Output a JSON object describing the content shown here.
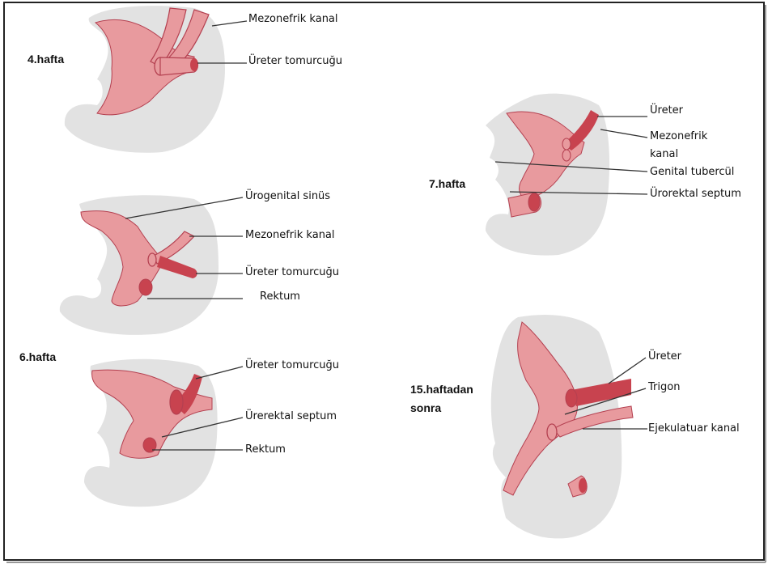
{
  "stages": {
    "week4": "4.hafta",
    "week6": "6.hafta",
    "week7": "7.hafta",
    "week15_line1": "15.haftadan",
    "week15_line2": "sonra"
  },
  "labels": {
    "d1_mezonefrik_kanal": "Mezonefrik kanal",
    "d1_ureter_tomurcugu": "Üreter tomurcuğu",
    "d2_urogenital_sinus": "Ürogenital sinüs",
    "d2_mezonefrik_kanal": "Mezonefrik kanal",
    "d2_ureter_tomurcugu": "Üreter tomurcuğu",
    "d2_rektum": "Rektum",
    "d3_ureter_tomurcugu": "Üreter tomurcuğu",
    "d3_urerektal_septum": "Ürerektal septum",
    "d3_rektum": "Rektum",
    "d4_ureter": "Üreter",
    "d4_mezonefrik_line1": "Mezonefrik",
    "d4_mezonefrik_line2": "kanal",
    "d4_genital_tubercul": "Genital tubercül",
    "d4_urorektal_septum": "Ürorektal septum",
    "d5_ureter": "Üreter",
    "d5_trigon": "Trigon",
    "d5_ejekulatuar_kanal": "Ejekulatuar kanal"
  },
  "colors": {
    "embryo_fill": "#e2e2e2",
    "tissue_fill": "#e89a9e",
    "duct_fill": "#c8434f",
    "outline": "#b44050",
    "leader": "#333333",
    "frame": "#222222"
  }
}
